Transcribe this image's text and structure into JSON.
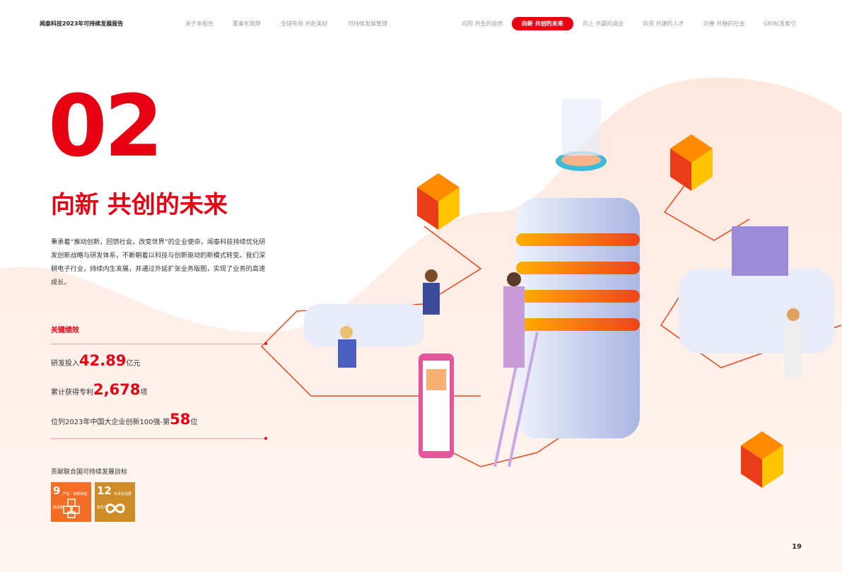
{
  "header": {
    "doc_title": "闻泰科技2023年可持续发展报告",
    "nav_left": [
      "关于本报告",
      "董事长致辞",
      "全球布局 共赴美好",
      "可持续发展管理"
    ],
    "nav_right": [
      "向阳 共生的自然",
      "向新 共创的未来",
      "向上 共赢的商业",
      "向贤 共建的人才",
      "向善 共融的社会",
      "GRI标准索引"
    ],
    "active": "向新 共创的未来"
  },
  "chapter": {
    "number": "02",
    "title": "向新 共创的未来",
    "intro": "秉承着“推动创新，回馈社会，改变世界”的企业使命，闻泰科技持续优化研发创新战略与研发体系，不断朝着以科技与创新驱动的新模式转变。我们深耕电子行业，持续内生发展，并通过外延扩张业务版图，实现了业务的高速成长。"
  },
  "kpis": {
    "heading": "关键绩效",
    "items": [
      {
        "prefix": "研发投入",
        "value": "42.89",
        "suffix": "亿元"
      },
      {
        "prefix": "累计获得专利",
        "value": "2,678",
        "suffix": "项"
      },
      {
        "prefix": "位列2023年中国大企业创新100强-第",
        "value": "58",
        "suffix": "位"
      }
    ]
  },
  "sdg": {
    "heading": "贡献联合国可持续发展目标",
    "goals": [
      {
        "number": "9",
        "label": "产业、创新和基础设施",
        "color": "#f36d25"
      },
      {
        "number": "12",
        "label": "负责任消费和生产",
        "color": "#cf8d2a"
      }
    ]
  },
  "page_number": "19",
  "colors": {
    "accent": "#e60012"
  }
}
